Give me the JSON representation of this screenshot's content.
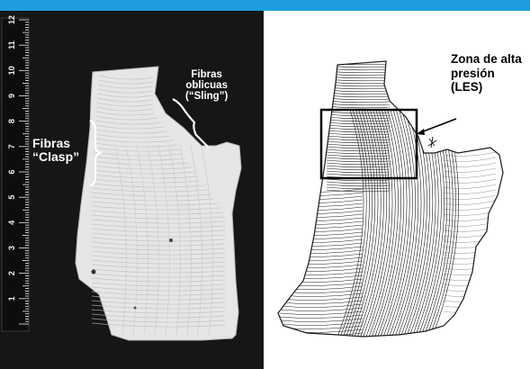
{
  "colors": {
    "top_bar": "#1e9ee0",
    "photo_background": "#161616",
    "tissue": "#e6e6e6",
    "ruler": "#0d0d0d",
    "ruler_marks": "#f2f2f2",
    "drawing_ink": "#1a1a1a"
  },
  "ruler": {
    "numbers": [
      "1",
      "2",
      "3",
      "4",
      "5",
      "6",
      "7",
      "8",
      "9",
      "10",
      "11",
      "12"
    ]
  },
  "photo_labels": {
    "sling_line1": "Fibras",
    "sling_line2": "oblicuas",
    "sling_line3": "(“Sling”)",
    "clasp_line1": "Fibras",
    "clasp_line2": "“Clasp”"
  },
  "drawing_labels": {
    "zone_line1": "Zona de alta",
    "zone_line2": "presión",
    "zone_line3": "(LES)"
  }
}
